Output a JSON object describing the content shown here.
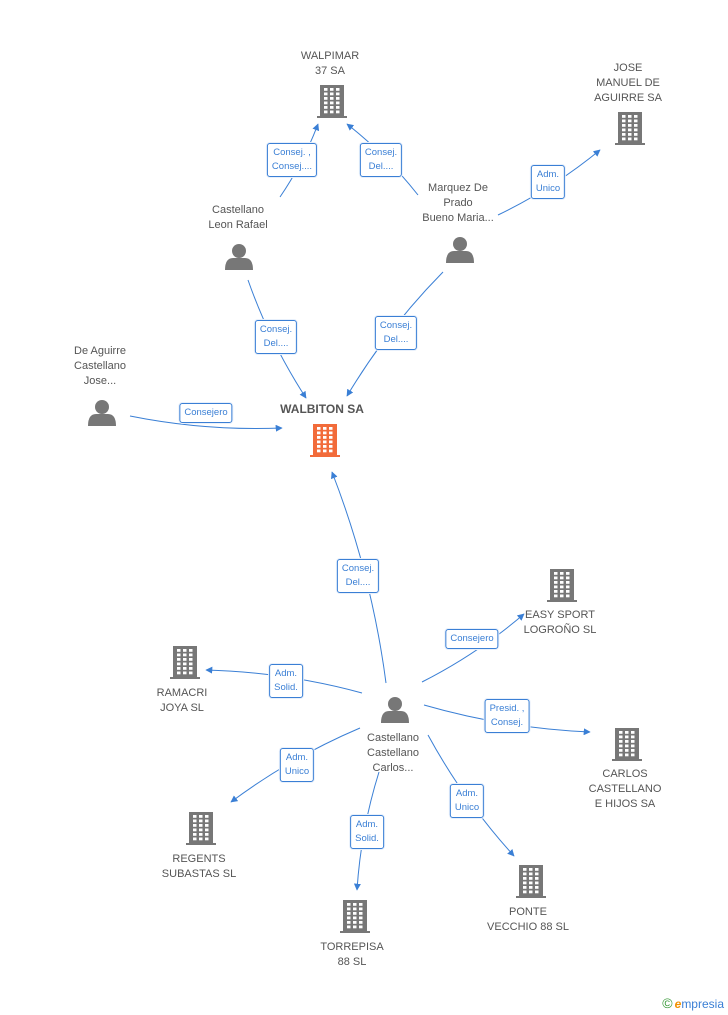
{
  "colors": {
    "edge": "#3a7fd5",
    "node": "#777777",
    "center": "#f26b3a"
  },
  "nodes": [
    {
      "id": "walbiton",
      "type": "company",
      "center": true,
      "label": "WALBITON SA"
    },
    {
      "id": "walpimar",
      "type": "company",
      "label": "WALPIMAR\n37 SA"
    },
    {
      "id": "jose_manuel",
      "type": "company",
      "label": "JOSE\nMANUEL DE\nAGUIRRE SA"
    },
    {
      "id": "castellano_leon",
      "type": "person",
      "label": "Castellano\nLeon Rafael"
    },
    {
      "id": "marquez",
      "type": "person",
      "label": "Marquez De\nPrado\nBueno Maria..."
    },
    {
      "id": "de_aguirre",
      "type": "person",
      "label": "De Aguirre\nCastellano\nJose..."
    },
    {
      "id": "castellano_carlos",
      "type": "person",
      "label": "Castellano\nCastellano\nCarlos..."
    },
    {
      "id": "easy_sport",
      "type": "company",
      "label": "EASY SPORT\nLOGROÑO  SL"
    },
    {
      "id": "ramacri",
      "type": "company",
      "label": "RAMACRI\nJOYA SL"
    },
    {
      "id": "carlos_castellano",
      "type": "company",
      "label": "CARLOS\nCASTELLANO\nE HIJOS SA"
    },
    {
      "id": "regents",
      "type": "company",
      "label": "REGENTS\nSUBASTAS SL"
    },
    {
      "id": "ponte",
      "type": "company",
      "label": "PONTE\nVECCHIO 88  SL"
    },
    {
      "id": "torrepisa",
      "type": "company",
      "label": "TORREPISA\n88  SL"
    }
  ],
  "edges": [
    {
      "from": "castellano_leon",
      "to": "walpimar",
      "label": "Consej. ,\nConsej...."
    },
    {
      "from": "marquez",
      "to": "walpimar",
      "label": "Consej.\nDel...."
    },
    {
      "from": "marquez",
      "to": "jose_manuel",
      "label": "Adm.\nUnico"
    },
    {
      "from": "castellano_leon",
      "to": "walbiton",
      "label": "Consej.\nDel...."
    },
    {
      "from": "marquez",
      "to": "walbiton",
      "label": "Consej.\nDel...."
    },
    {
      "from": "de_aguirre",
      "to": "walbiton",
      "label": "Consejero"
    },
    {
      "from": "castellano_carlos",
      "to": "walbiton",
      "label": "Consej.\nDel...."
    },
    {
      "from": "castellano_carlos",
      "to": "easy_sport",
      "label": "Consejero"
    },
    {
      "from": "castellano_carlos",
      "to": "ramacri",
      "label": "Adm.\nSolid."
    },
    {
      "from": "castellano_carlos",
      "to": "carlos_castellano",
      "label": "Presid. ,\nConsej."
    },
    {
      "from": "castellano_carlos",
      "to": "regents",
      "label": "Adm.\nUnico"
    },
    {
      "from": "castellano_carlos",
      "to": "ponte",
      "label": "Adm.\nUnico"
    },
    {
      "from": "castellano_carlos",
      "to": "torrepisa",
      "label": "Adm.\nSolid."
    }
  ],
  "watermark": {
    "symbol": "©",
    "brand_initial": "e",
    "brand_rest": "mpresia"
  }
}
